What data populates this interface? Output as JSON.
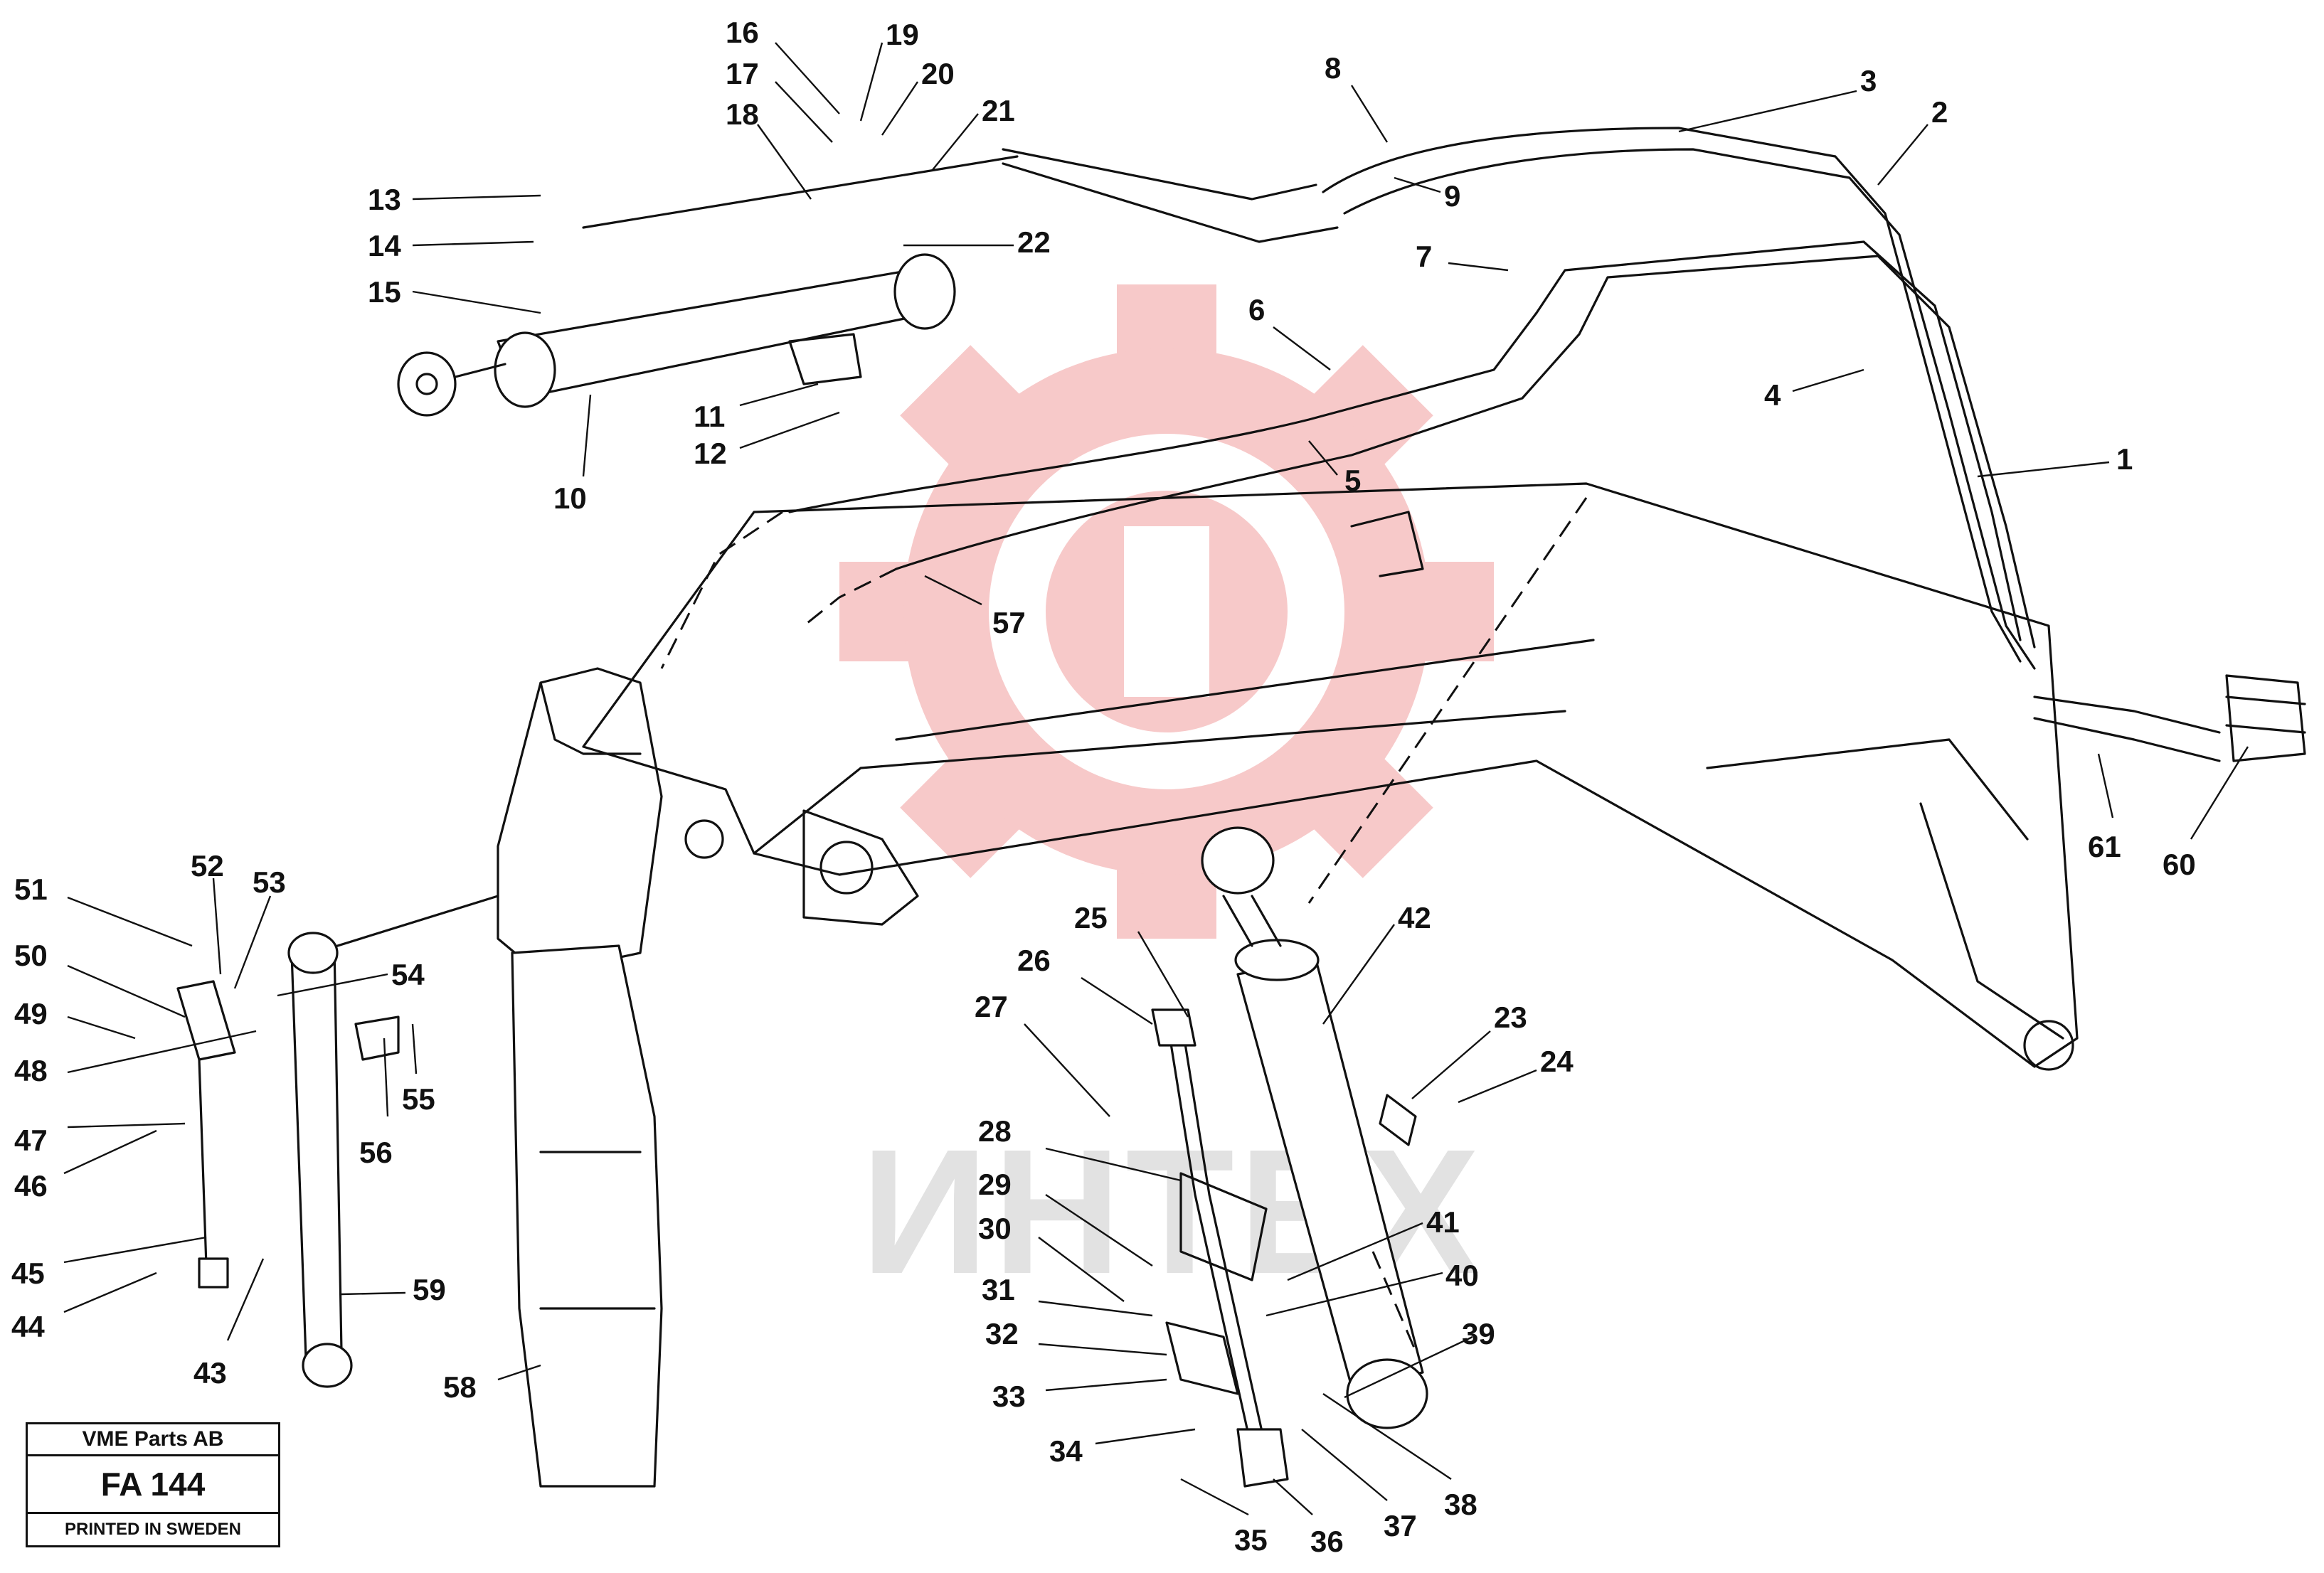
{
  "watermark": {
    "logo": "gear-logo",
    "text": "ИНТЕХ",
    "color": "#f7c9c9"
  },
  "title_block": {
    "company": "VME Parts AB",
    "drawing_no": "FA 144",
    "note": "PRINTED IN SWEDEN"
  },
  "callouts": {
    "c1": "1",
    "c2": "2",
    "c3": "3",
    "c4": "4",
    "c5": "5",
    "c6": "6",
    "c7": "7",
    "c8": "8",
    "c9": "9",
    "c10": "10",
    "c11": "11",
    "c12": "12",
    "c13": "13",
    "c14": "14",
    "c15": "15",
    "c16": "16",
    "c17": "17",
    "c18": "18",
    "c19": "19",
    "c20": "20",
    "c21": "21",
    "c22": "22",
    "c23": "23",
    "c24": "24",
    "c25": "25",
    "c26": "26",
    "c27": "27",
    "c28": "28",
    "c29": "29",
    "c30": "30",
    "c31": "31",
    "c32": "32",
    "c33": "33",
    "c34": "34",
    "c35": "35",
    "c36": "36",
    "c37": "37",
    "c38": "38",
    "c39": "39",
    "c40": "40",
    "c41": "41",
    "c42": "42",
    "c43": "43",
    "c44": "44",
    "c45": "45",
    "c46": "46",
    "c47": "47",
    "c48": "48",
    "c49": "49",
    "c50": "50",
    "c51": "51",
    "c52": "52",
    "c53": "53",
    "c54": "54",
    "c55": "55",
    "c56": "56",
    "c57": "57",
    "c58": "58",
    "c59": "59",
    "c60": "60",
    "c61": "61"
  }
}
